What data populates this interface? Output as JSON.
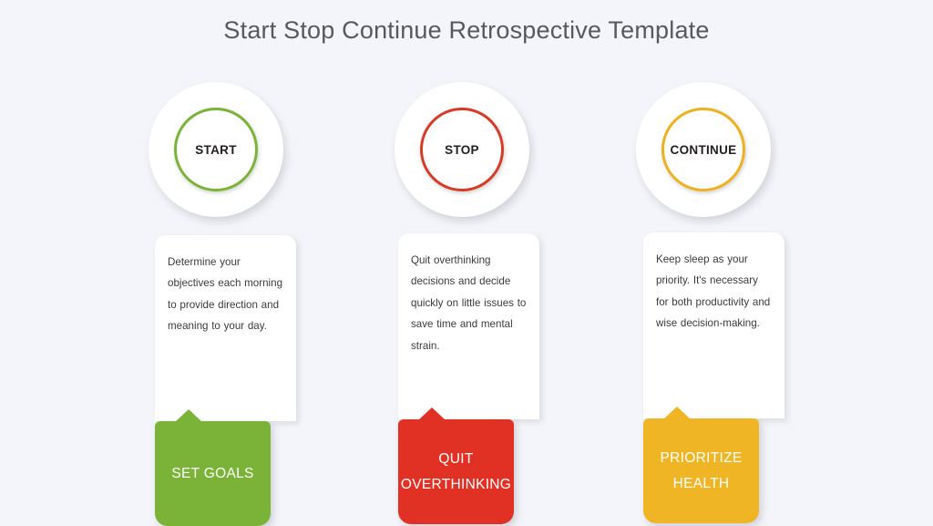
{
  "slide": {
    "title": "Start Stop Continue Retrospective Template",
    "background_color": "#f4f5fa",
    "title_color": "#58595b"
  },
  "columns": [
    {
      "key": "start",
      "circle_label": "START",
      "accent_color": "#7ab338",
      "body_text": "Determine your objectives each morning to provide direction and meaning to your day.",
      "banner_label": "SET GOALS"
    },
    {
      "key": "stop",
      "circle_label": "STOP",
      "accent_color": "#e03124",
      "body_text": "Quit overthinking decisions and decide quickly on little issues to save time and mental strain.",
      "banner_label": "QUIT OVERTHINKING"
    },
    {
      "key": "continue",
      "circle_label": "CONTINUE",
      "accent_color": "#efb524",
      "body_text": "Keep sleep as your priority. It's necessary for both productivity and wise decision-making.",
      "banner_label": "PRIORITIZE HEALTH"
    }
  ]
}
